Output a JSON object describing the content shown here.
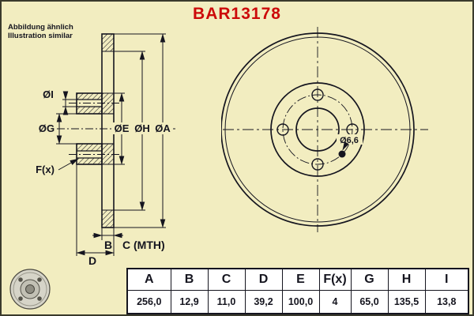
{
  "page": {
    "title": "BAR13178",
    "note_line1": "Abbildung ähnlich",
    "note_line2": "Illustration similar"
  },
  "colors": {
    "background": "#f2edc0",
    "ink": "#15151f",
    "accent_red": "#cc0a0a",
    "table_bg": "#ffffff"
  },
  "left_view": {
    "labels": {
      "dia_i": "ØI",
      "dia_g": "ØG",
      "dia_e": "ØE",
      "dia_h": "ØH",
      "dia_a": "ØA",
      "f_x": "F(x)",
      "b": "B",
      "c_mth": "C (MTH)",
      "d": "D"
    }
  },
  "right_view": {
    "hole_label": "Ø6,6"
  },
  "table": {
    "headers": [
      "A",
      "B",
      "C",
      "D",
      "E",
      "F(x)",
      "G",
      "H",
      "I"
    ],
    "values": [
      "256,0",
      "12,9",
      "11,0",
      "39,2",
      "100,0",
      "4",
      "65,0",
      "135,5",
      "13,8"
    ]
  }
}
